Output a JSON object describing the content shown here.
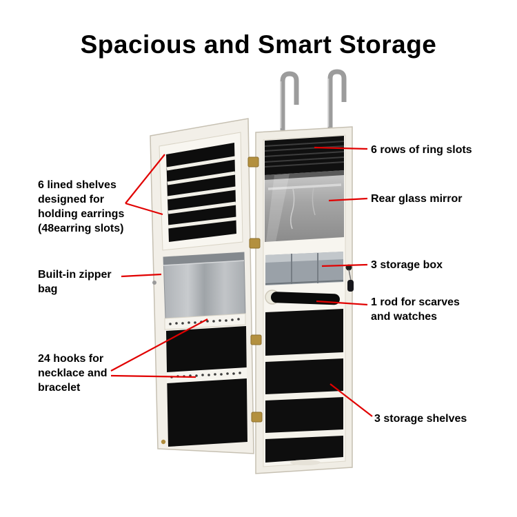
{
  "title": "Spacious and Smart Storage",
  "annotations": {
    "earring_shelves": "6 lined shelves\ndesigned for\nholding earrings\n(48earring slots)",
    "zipper_bag": "Built-in zipper\nbag",
    "hooks": "24 hooks for\nnecklace and\nbracelet",
    "ring_slots": "6 rows of ring slots",
    "mirror": "Rear glass mirror",
    "storage_box": "3 storage box",
    "rod": "1 rod for scarves\nand watches",
    "shelves": "3 storage shelves"
  },
  "colors": {
    "callout_line": "#e10000",
    "title_text": "#000000",
    "cabinet_frame": "#f1eee6",
    "panel_black": "#0d0d0d",
    "hinge_gold": "#b3903f",
    "metal_hook": "#9c9c9c",
    "mirror_gray": "#a5a5a5",
    "storage_box_gray": "#9aa1a8"
  }
}
